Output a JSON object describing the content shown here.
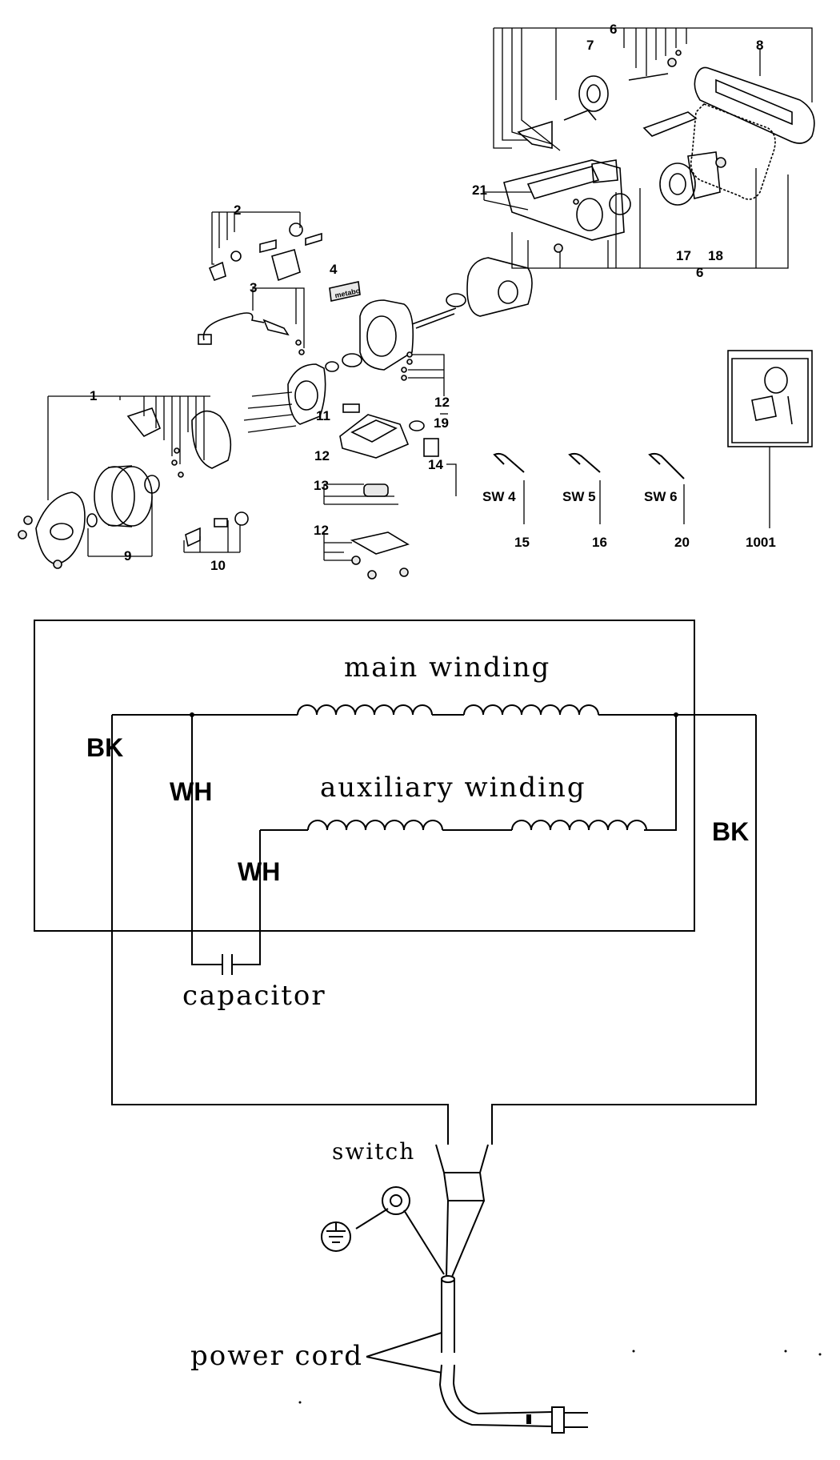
{
  "parts_diagram": {
    "callouts": [
      "1",
      "2",
      "3",
      "4",
      "6",
      "6",
      "7",
      "8",
      "9",
      "10",
      "11",
      "12",
      "12",
      "12",
      "13",
      "14",
      "15",
      "16",
      "17",
      "18",
      "19",
      "20",
      "21",
      "1001"
    ],
    "logo_text": "metabo",
    "wrench_labels": [
      "SW 4",
      "SW 5",
      "SW 6"
    ]
  },
  "wiring_diagram": {
    "main_winding": "main winding",
    "auxiliary_winding": "auxiliary winding",
    "wire_bk_left": "BK",
    "wire_bk_right": "BK",
    "wire_wh_1": "WH",
    "wire_wh_2": "WH",
    "capacitor": "capacitor",
    "switch": "switch",
    "power_cord": "power cord"
  }
}
